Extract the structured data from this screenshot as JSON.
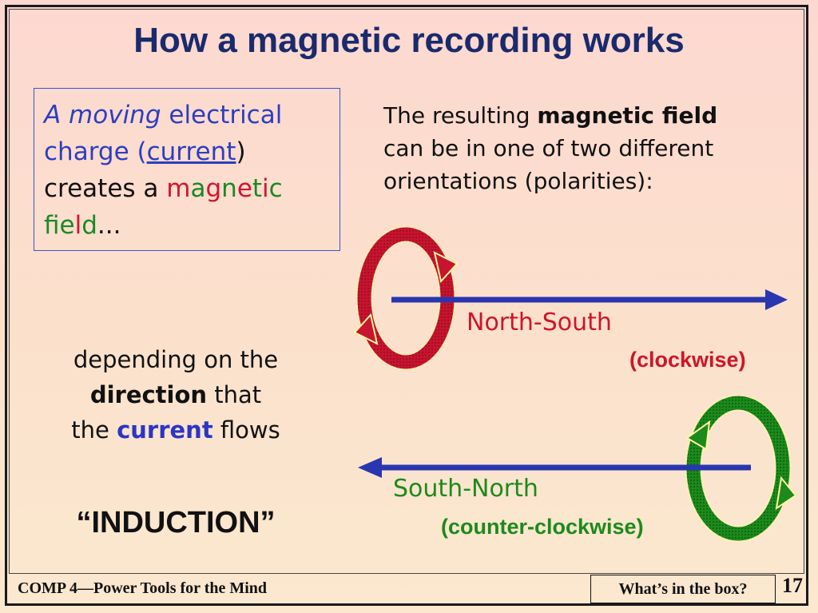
{
  "title": "How a magnetic recording works",
  "textbox": {
    "word1": "A moving",
    "word2": " electrical",
    "word3": "charge (",
    "word4": "current",
    "word5": ")",
    "word6": "creates a ",
    "magnetic_letters": [
      "m",
      "a",
      "g",
      "n",
      "e",
      "t",
      "i",
      "c"
    ],
    "field_letters": [
      "f",
      "i",
      "e",
      "l",
      "d"
    ],
    "ellipsis": "..."
  },
  "resulting": {
    "pre": "The resulting ",
    "bold": "magnetic field",
    "line2": "can be in one of two different",
    "line3": "orientations (polarities):"
  },
  "depending": {
    "line1": "depending on the",
    "bold": "direction",
    "line2_rest": " that",
    "line3_pre": "the ",
    "current": "current",
    "line3_post": " flows"
  },
  "induction": "“INDUCTION”",
  "north_south": {
    "label": "North-South",
    "sub": "(clockwise)"
  },
  "south_north": {
    "label": "South-North",
    "sub": "(counter-clockwise)"
  },
  "footer": {
    "left": "COMP 4—Power Tools for the Mind",
    "box": "What’s in the box?",
    "page": "17"
  },
  "colors": {
    "title": "#1a2a6c",
    "arrow_blue": "#2a36b0",
    "red_loop": "#c8142e",
    "green_loop": "#1c8a1c"
  }
}
